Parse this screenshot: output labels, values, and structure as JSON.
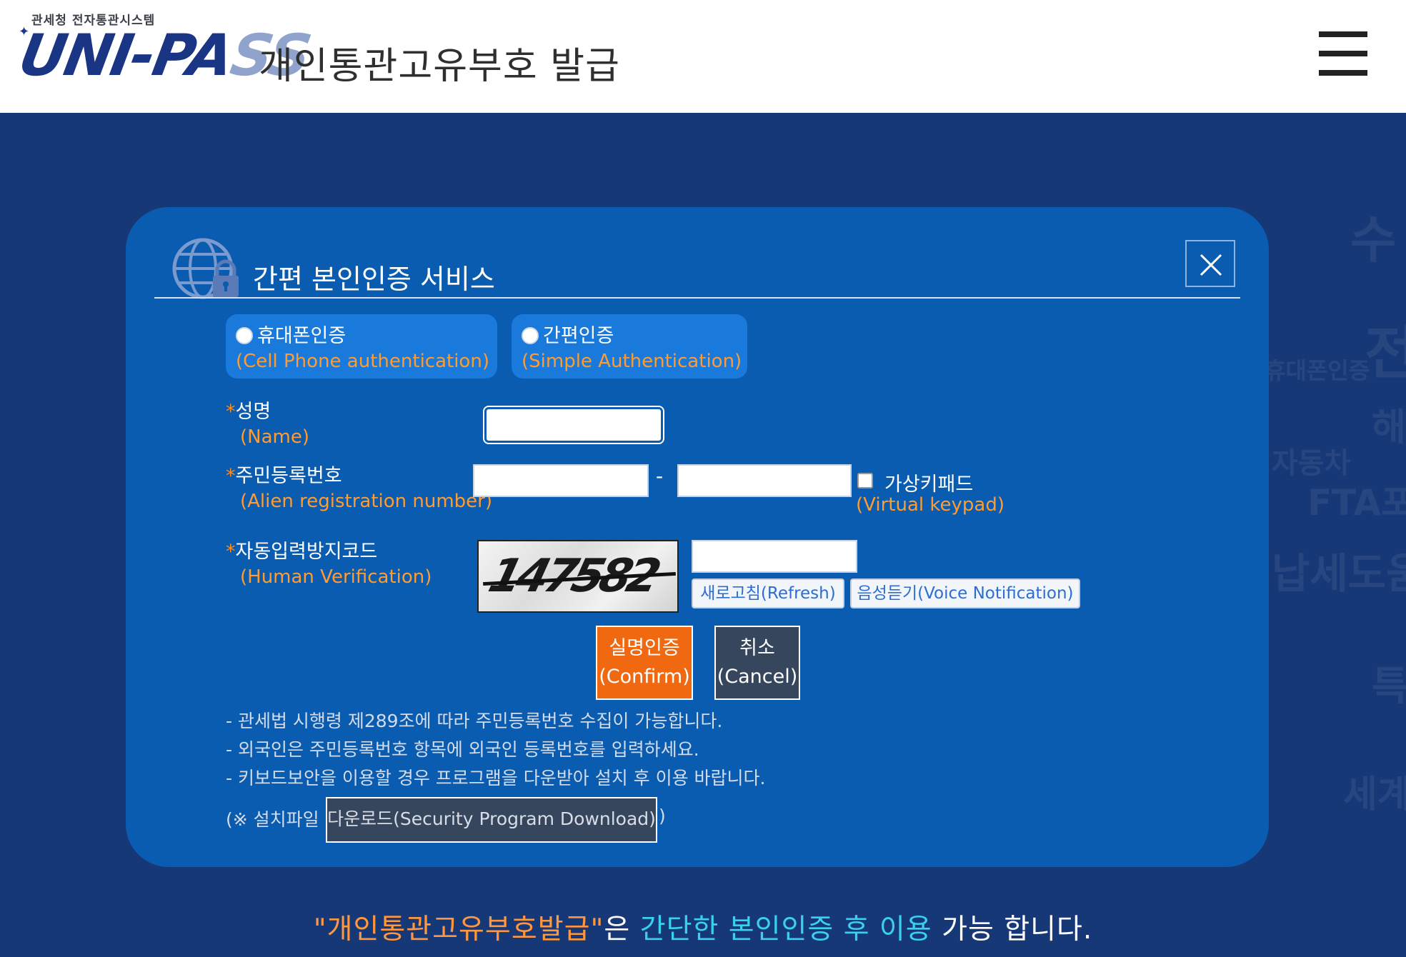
{
  "header": {
    "logo_subtitle": "관세청 전자통관시스템",
    "logo_uni": "UNI-PA",
    "logo_ss": "SS",
    "title": "개인통관고유부호 발급",
    "menu_icon": "hamburger-icon"
  },
  "background_words": [
    "수",
    "전",
    "휴대폰인증",
    "해",
    "자동차",
    "FTA포",
    "납세도움",
    "특",
    "세계"
  ],
  "modal": {
    "title": "간편 본인인증 서비스",
    "icon": "globe-lock-icon",
    "close_icon": "close-icon",
    "auth_methods": [
      {
        "label_ko": "휴대폰인증",
        "label_en": "(Cell Phone authentication)"
      },
      {
        "label_ko": "간편인증",
        "label_en": "(Simple Authentication)"
      }
    ],
    "fields": {
      "name": {
        "label_ko": "성명",
        "label_en": "(Name)",
        "value": ""
      },
      "registration": {
        "label_ko": "주민등록번호",
        "label_en": "(Alien registration number)",
        "separator": "-",
        "value_front": "",
        "value_back": ""
      },
      "virtual_keypad": {
        "label_ko": "가상키패드",
        "label_en": "(Virtual keypad)",
        "checked": false
      },
      "captcha": {
        "label_ko": "자동입력방지코드",
        "label_en": "(Human Verification)",
        "code": "147582",
        "value": "",
        "refresh_label": "새로고침(Refresh)",
        "voice_label": "음성듣기(Voice Notification)"
      }
    },
    "required_mark": "*",
    "buttons": {
      "confirm_ko": "실명인증",
      "confirm_en": "(Confirm)",
      "cancel_ko": "취소",
      "cancel_en": "(Cancel)"
    },
    "notes": [
      "- 관세법 시행령 제289조에 따라 주민등록번호 수집이 가능합니다.",
      "- 외국인은 주민등록번호 항목에 외국인 등록번호를 입력하세요.",
      "- 키보드보안을 이용할 경우 프로그램을 다운받아 설치 후 이용 바랍니다."
    ],
    "install": {
      "prefix": "(※ 설치파일",
      "download_label": "다운로드(Security Program Download)",
      "suffix": ")"
    }
  },
  "footer": {
    "part1": "\"개인통관고유부호발급\"",
    "part2": "은 ",
    "part3": "간단한 본인인증 후 이용",
    "part4": " 가능 합니다."
  },
  "colors": {
    "background": "#173877",
    "modal": "#0a5cb0",
    "tab": "#1a7adb",
    "accent_orange": "#f0680f",
    "english_label": "#ff9b30",
    "cancel_dark": "#36465c",
    "cyan": "#3ad0f0"
  }
}
